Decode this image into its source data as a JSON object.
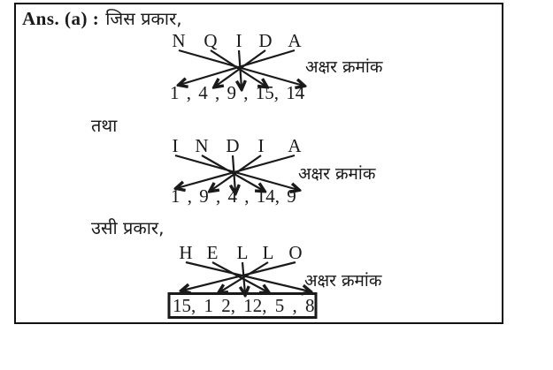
{
  "header": {
    "prefix": "Ans. (a) :",
    "intro": "जिस प्रकार,"
  },
  "connectors": {
    "tatha": "तथा",
    "usi_prakar": "उसी प्रकार,"
  },
  "diagrams": [
    {
      "letters": [
        "N",
        "Q",
        "I",
        "D",
        "A"
      ],
      "numbers": "1 , 4 , 9 , 15, 14",
      "label": "अक्षर क्रमांक"
    },
    {
      "letters": [
        "I",
        "N",
        "D",
        "I",
        "A"
      ],
      "numbers": "1 , 9 , 4 , 14, 9",
      "label": "अक्षर क्रमांक"
    },
    {
      "letters": [
        "H",
        "E",
        "L",
        "L",
        "O"
      ],
      "numbers": "15, 1 2, 12, 5 , 8",
      "label": "अक्षर क्रमांक"
    }
  ],
  "colors": {
    "ink": "#1a1a1a",
    "background": "#ffffff",
    "border": "#111111"
  }
}
